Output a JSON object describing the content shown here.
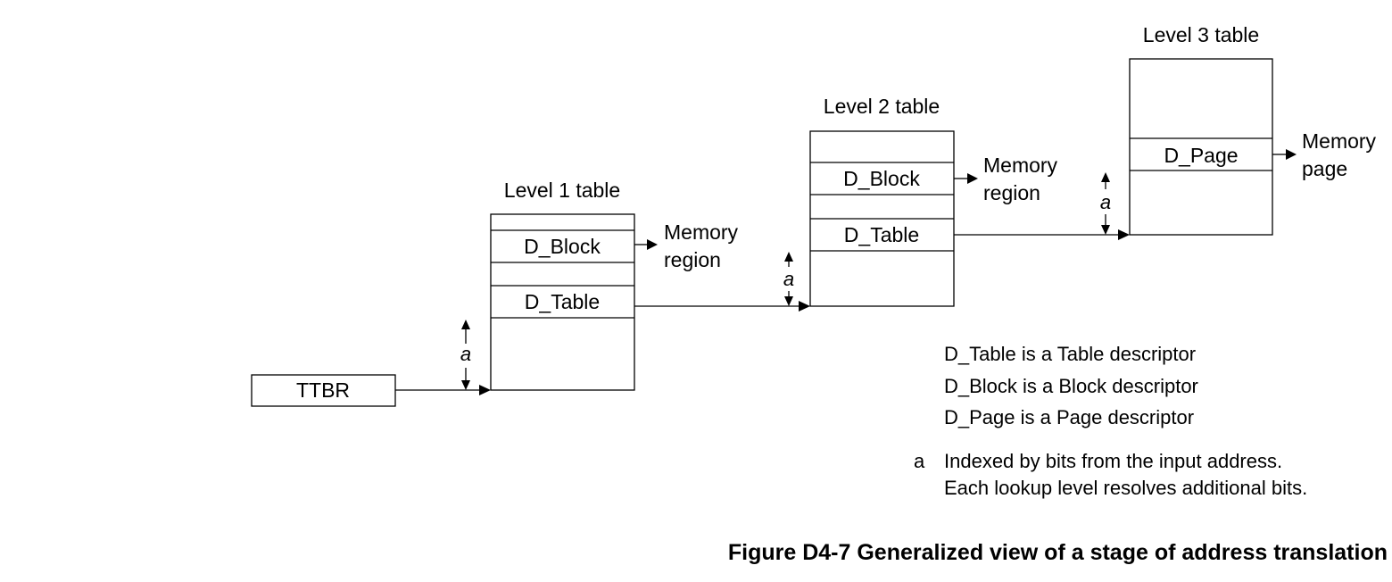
{
  "tables": {
    "level1": {
      "title": "Level 1 table",
      "block": "D_Block",
      "table": "D_Table"
    },
    "level2": {
      "title": "Level 2 table",
      "block": "D_Block",
      "table": "D_Table"
    },
    "level3": {
      "title": "Level 3 table",
      "page": "D_Page"
    }
  },
  "ttbr": "TTBR",
  "outputs": {
    "l1_region": [
      "Memory",
      "region"
    ],
    "l2_region": [
      "Memory",
      "region"
    ],
    "l3_page": [
      "Memory",
      "page"
    ]
  },
  "index_marker": "a",
  "legend": {
    "lines": [
      "D_Table is a Table descriptor",
      "D_Block is a Block descriptor",
      "D_Page is a Page descriptor"
    ],
    "footnote_marker": "a",
    "footnote": [
      "Indexed by bits from the input address.",
      "Each lookup level resolves additional bits."
    ]
  },
  "caption": "Figure D4-7 Generalized view of a stage of address translation"
}
